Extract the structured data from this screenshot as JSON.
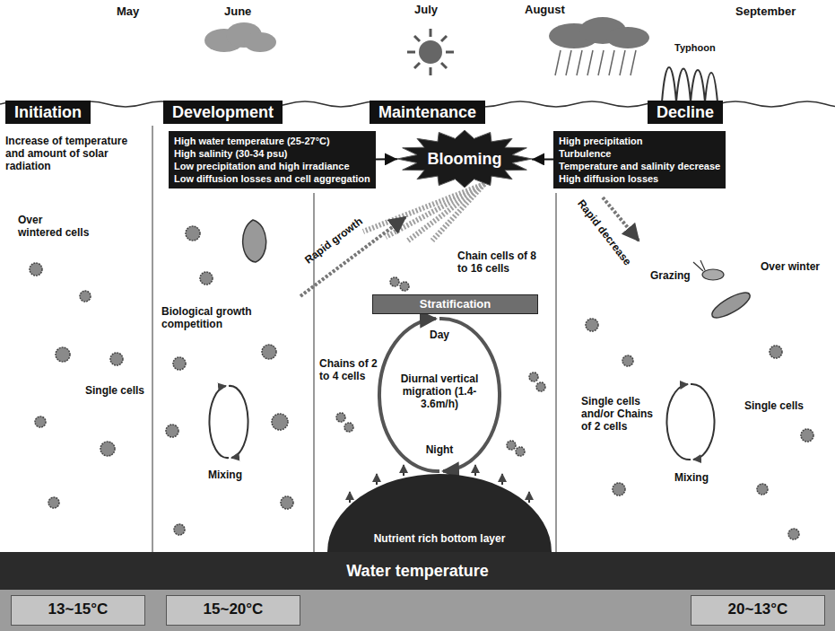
{
  "diagram": {
    "nodes": [
      {
        "text": [
          "Initiation"
        ]
      },
      {
        "text": [
          "Development"
        ]
      },
      {
        "text": [
          "Maintenance"
        ]
      },
      {
        "text": [
          "Decline"
        ]
      },
      {
        "text": [
          "High water temperature (25-27°C)",
          "High salinity (30-34 psu)",
          "Low precipitation and high irradiance",
          "Low diffusion losses and cell aggregation"
        ]
      },
      {
        "text": [
          "Blooming"
        ]
      },
      {
        "text": [
          "High precipitation",
          "Turbulence",
          "Temperature and salinity decrease",
          "High diffusion losses"
        ]
      },
      {
        "text": [
          "Stratification"
        ]
      },
      {
        "text": [
          "Nutrient rich bottom layer"
        ]
      },
      {
        "text": [
          "Water temperature"
        ]
      },
      {
        "text": [
          "13~15°C"
        ],
        "in": 9
      },
      {
        "text": [
          "15~20°C"
        ],
        "in": 9
      },
      {
        "text": [
          "20~13°C"
        ],
        "in": 9
      }
    ],
    "edges": [
      {
        "from": 4,
        "to": 5,
        "arrow": "to"
      },
      {
        "from": 6,
        "to": 5,
        "arrow": "to"
      }
    ],
    "labels": [
      "May",
      "June",
      "July",
      "August",
      "September",
      "Typhoon",
      "Increase of temperature and amount of solar radiation",
      "Over wintered cells",
      "Single cells",
      "Biological growth competition",
      "Rapid growth",
      "Mixing",
      "Chains of 2 to 4 cells",
      "Chain cells of 8 to 16 cells",
      "Day",
      "Diurnal vertical migration (1.4-3.6m/h)",
      "Night",
      "Rapid decrease",
      "Grazing",
      "Over winter",
      "Single cells and/or Chains of 2 cells",
      "Single cells",
      "Mixing"
    ]
  }
}
